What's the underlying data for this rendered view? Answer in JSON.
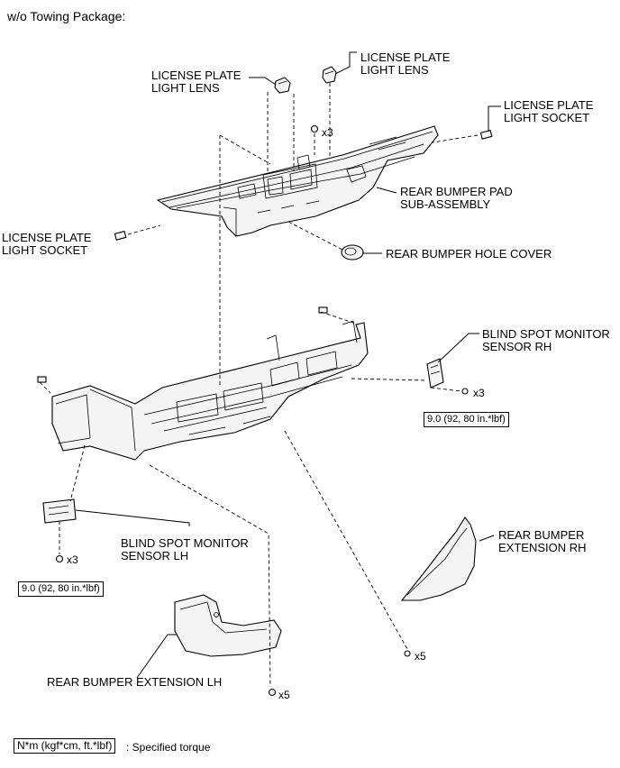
{
  "header": {
    "title": "w/o Towing Package:"
  },
  "labels": {
    "lens_lh": [
      "LICENSE PLATE",
      "LIGHT LENS"
    ],
    "lens_rh": [
      "LICENSE PLATE",
      "LIGHT LENS"
    ],
    "socket_rh": [
      "LICENSE PLATE",
      "LIGHT SOCKET"
    ],
    "socket_lh": [
      "LICENSE PLATE",
      "LIGHT SOCKET"
    ],
    "pad": [
      "REAR BUMPER PAD",
      "SUB-ASSEMBLY"
    ],
    "hole_cover": "REAR BUMPER HOLE COVER",
    "bsm_rh": [
      "BLIND SPOT MONITOR",
      "SENSOR RH"
    ],
    "bsm_lh": [
      "BLIND SPOT MONITOR",
      "SENSOR LH"
    ],
    "ext_rh": [
      "REAR BUMPER",
      "EXTENSION RH"
    ],
    "ext_lh": "REAR BUMPER EXTENSION LH"
  },
  "quantities": {
    "pad_screws": "x3",
    "bsm_rh_nuts": "x3",
    "bsm_lh_nuts": "x3",
    "ext_rh_bolts": "x5",
    "ext_lh_bolts": "x5"
  },
  "torques": {
    "bsm_rh": "9.0 (92, 80 in.*lbf)",
    "bsm_lh": "9.0 (92, 80 in.*lbf)"
  },
  "legend": {
    "unit_box": "N*m (kgf*cm, ft.*lbf)",
    "description": ": Specified torque"
  }
}
